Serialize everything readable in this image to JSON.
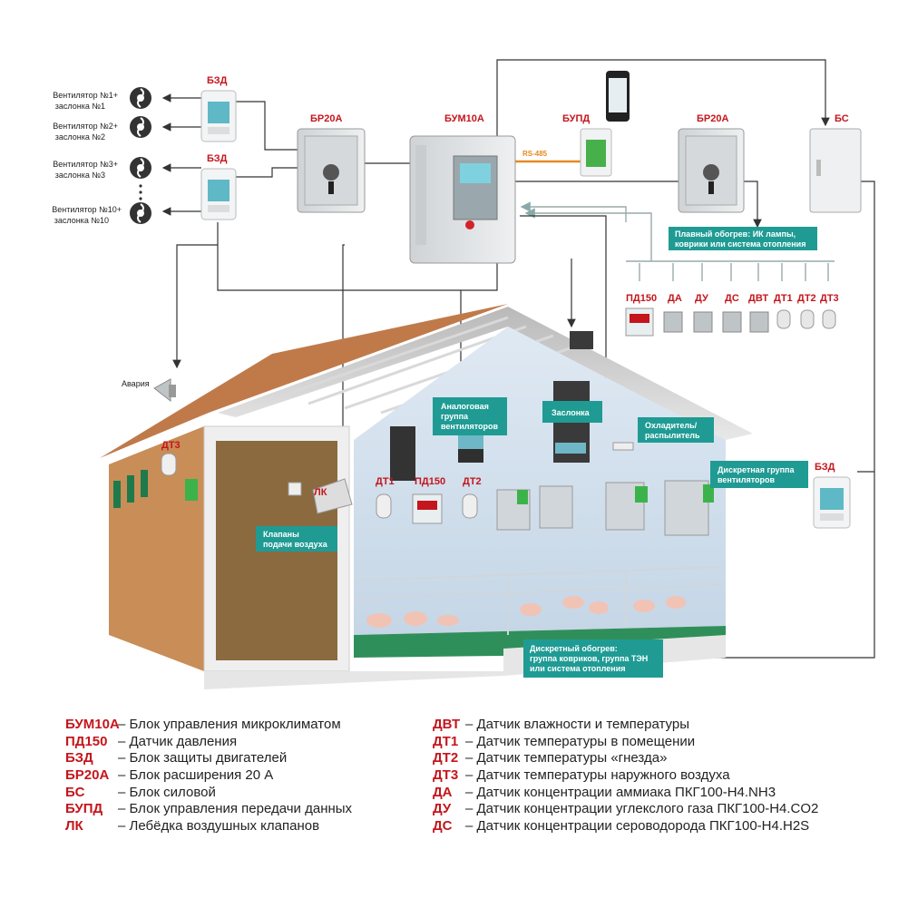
{
  "devices": {
    "bzd_top": "БЗД",
    "bzd_mid": "БЗД",
    "bzd_right": "БЗД",
    "br20a_left": "БР20А",
    "bum10a": "БУМ10А",
    "bupd": "БУПД",
    "br20a_right": "БР20А",
    "bs": "БС",
    "rs485": "RS-485",
    "lk": "ЛК"
  },
  "fans": [
    {
      "line1": "Вентилятор №1+",
      "line2": "заслонка №1"
    },
    {
      "line1": "Вентилятор №2+",
      "line2": "заслонка №2"
    },
    {
      "line1": "Вентилятор №3+",
      "line2": "заслонка №3"
    },
    {
      "line1": "Вентилятор №10+",
      "line2": "заслонка №10"
    }
  ],
  "sensors_row": [
    "ПД150",
    "ДА",
    "ДУ",
    "ДС",
    "ДВТ",
    "ДТ1",
    "ДТ2",
    "ДТ3"
  ],
  "inside_sensors": {
    "dt1": "ДТ1",
    "pd150": "ПД150",
    "dt2": "ДТ2",
    "dt3": "ДТ3"
  },
  "callouts": {
    "smooth_heating": [
      "Плавный обогрев: ИК лампы,",
      "коврики или система отопления"
    ],
    "analog_group": [
      "Аналоговая",
      "группа",
      "вентиляторов"
    ],
    "damper": [
      "Заслонка"
    ],
    "cooler": [
      "Охладитель/",
      "распылитель"
    ],
    "discrete_fans": [
      "Дискретная группа",
      "вентиляторов"
    ],
    "air_valves": [
      "Клапаны",
      "подачи воздуха"
    ],
    "discrete_heating": [
      "Дискретный обогрев:",
      "группа ковриков, группа ТЭН",
      "или система отопления"
    ],
    "alarm": "Авария"
  },
  "legend_left": [
    {
      "code": "БУМ10А",
      "text": "– Блок управления микроклиматом"
    },
    {
      "code": "ПД150",
      "text": "– Датчик давления"
    },
    {
      "code": "БЗД",
      "text": "– Блок защиты двигателей"
    },
    {
      "code": "БР20А",
      "text": "– Блок расширения 20 А"
    },
    {
      "code": "БС",
      "text": "– Блок силовой"
    },
    {
      "code": "БУПД",
      "text": "– Блок управления передачи данных"
    },
    {
      "code": "ЛК",
      "text": "– Лебёдка воздушных клапанов"
    }
  ],
  "legend_right": [
    {
      "code": "ДВТ",
      "text": "– Датчик влажности и температуры"
    },
    {
      "code": "ДТ1",
      "text": "– Датчик температуры в помещении"
    },
    {
      "code": "ДТ2",
      "text": "– Датчик температуры «гнезда»"
    },
    {
      "code": "ДТ3",
      "text": "– Датчик температуры наружного воздуха"
    },
    {
      "code": "ДА",
      "text": "– Датчик концентрации аммиака ПКГ100-Н4.NH3"
    },
    {
      "code": "ДУ",
      "text": "– Датчик концентрации углекслого газа ПКГ100-Н4.CO2"
    },
    {
      "code": "ДС",
      "text": "– Датчик концентрации сероводорода ПКГ100-Н4.H2S"
    }
  ],
  "colors": {
    "accent_red": "#c4161c",
    "teal": "#1f9b94",
    "floor_green": "#2f8f5a"
  }
}
